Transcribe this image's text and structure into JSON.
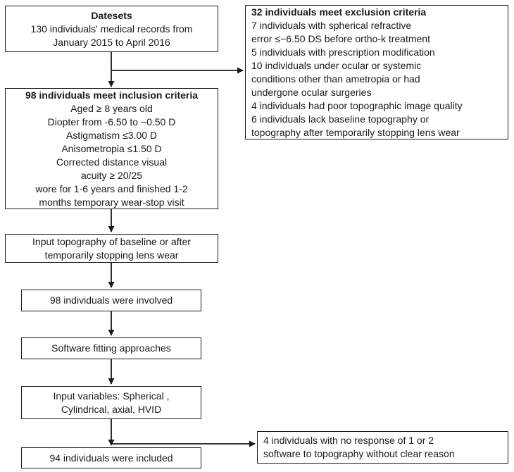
{
  "colors": {
    "border": "#1a1a1a",
    "text": "#1a1a1a",
    "arrow": "#1a1a1a",
    "background": "#ffffff"
  },
  "boxes": {
    "datasets": {
      "title": "Datesets",
      "lines": [
        "130 individuals' medical records from",
        "January 2015 to April 2016"
      ]
    },
    "exclusion": {
      "title": "32 individuals meet exclusion criteria",
      "lines": [
        "7 individuals with spherical refractive",
        "error ≤−6.50 DS  before ortho-k treatment",
        "5 individuals with prescription modification",
        "10 individuals under ocular or systemic",
        "conditions other than ametropia or had",
        "undergone ocular surgeries",
        "4 individuals had poor topographic image quality",
        "6 individuals lack baseline topography or",
        "topography after temporarily stopping lens wear"
      ]
    },
    "inclusion": {
      "title": "98 individuals meet inclusion criteria",
      "lines": [
        "Aged ≥ 8 years old",
        "Diopter from -6.50 to −0.50 D",
        "Astigmatism ≤3.00 D",
        "Anisometropia ≤1.50 D",
        "Corrected distance visual",
        "acuity ≥ 20/25",
        "wore for 1-6 years and finished 1-2",
        "months temporary wear-stop visit"
      ]
    },
    "input_topography": {
      "lines": [
        "Input topography of baseline or after",
        "temporarily stopping lens wear"
      ]
    },
    "involved": {
      "lines": [
        "98 individuals were involved"
      ]
    },
    "software": {
      "lines": [
        "Software fitting approaches"
      ]
    },
    "variables": {
      "lines": [
        "Input variables: Spherical ,",
        "Cylindrical, axial, HVID"
      ]
    },
    "no_response": {
      "lines": [
        "4 individuals with no response of 1 or 2",
        "software to topography without clear reason"
      ]
    },
    "included": {
      "lines": [
        "94 individuals were included"
      ]
    }
  }
}
